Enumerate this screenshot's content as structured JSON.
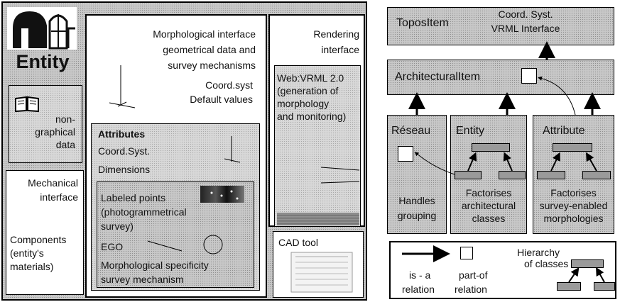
{
  "left": {
    "entity_title": "Entity",
    "nongraphical": [
      "non-",
      "graphical",
      "data"
    ],
    "mechanical": [
      "Mechanical",
      "interface"
    ],
    "components": [
      "Components",
      "(entity's",
      "materials)"
    ],
    "morph": [
      "Morphological interface",
      "geometrical data and",
      "survey mechanisms"
    ],
    "coord_default": [
      "Coord.syst",
      "Default values"
    ],
    "attributes_title": "Attributes",
    "attributes_lines": [
      "Coord.Syst.",
      "Dimensions"
    ],
    "labeled": [
      "Labeled points",
      "(photogrammetrical",
      "survey)"
    ],
    "ego": "EGO",
    "morph_spec": [
      "Morphological specificity",
      "survey mechanism"
    ],
    "rendering": [
      "Rendering",
      "interface"
    ],
    "web": [
      "Web:VRML 2.0",
      "(generation of",
      "morphology",
      "and monitoring)"
    ],
    "cad": "CAD tool"
  },
  "right": {
    "topos": "ToposItem",
    "topos_coord": [
      "Coord. Syst.",
      "VRML Interface"
    ],
    "arch": "ArchitecturalItem",
    "reseau": "Réseau",
    "reseau_desc": [
      "Handles",
      "grouping"
    ],
    "entity": "Entity",
    "entity_desc": [
      "Factorises",
      "architectural",
      "classes"
    ],
    "attribute": "Attribute",
    "attribute_desc": [
      "Factorises",
      "survey-enabled",
      "morphologies"
    ],
    "legend_isa": [
      "is - a",
      "relation"
    ],
    "legend_partof": [
      "part-of",
      "relation"
    ],
    "legend_hier": [
      "Hierarchy",
      "of classes"
    ]
  }
}
